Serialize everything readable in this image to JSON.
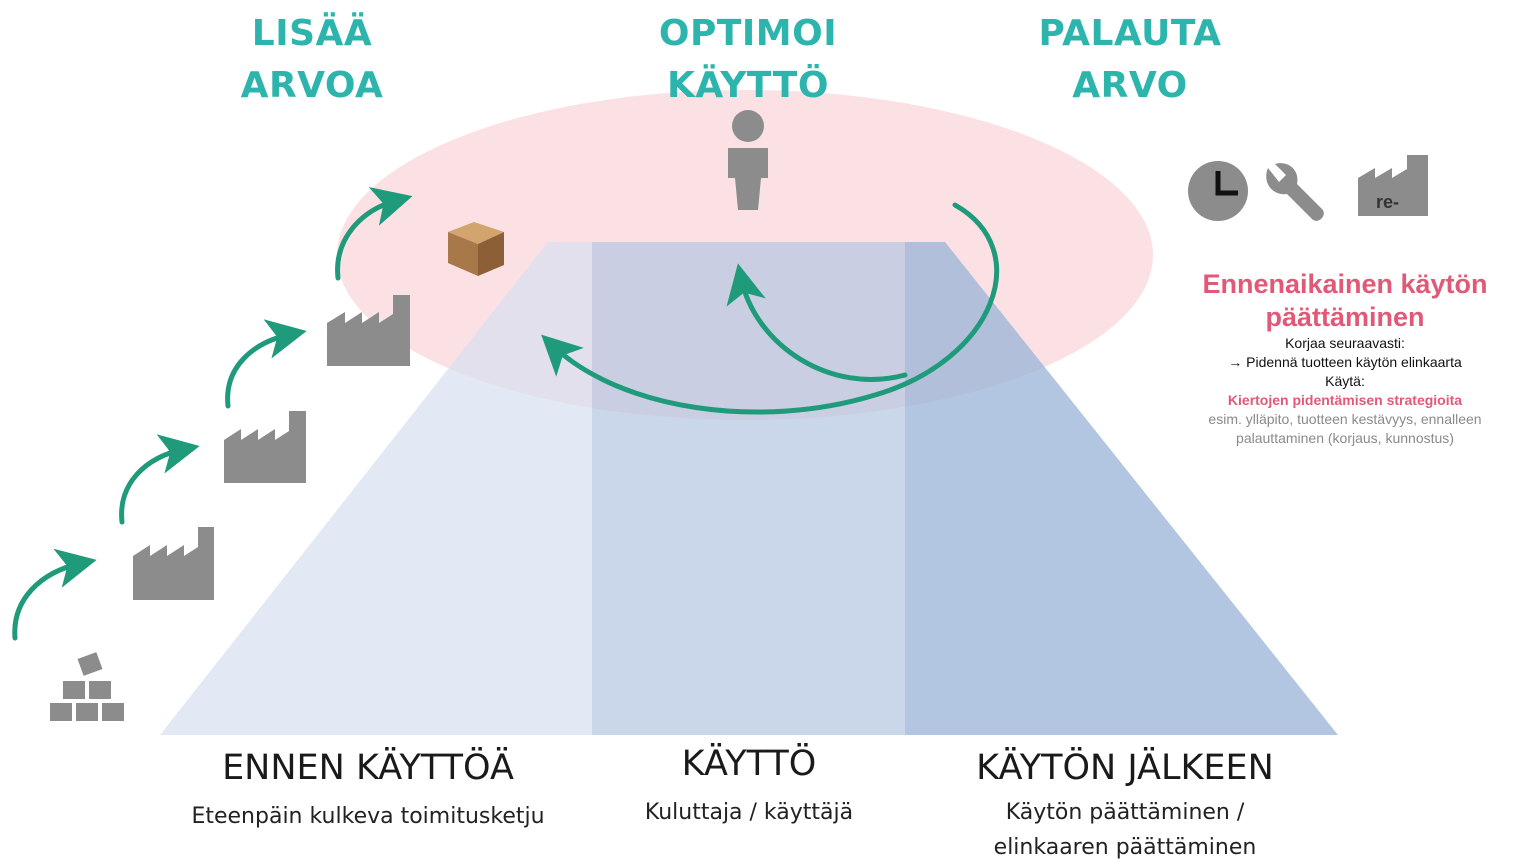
{
  "phases_top": [
    {
      "line1": "LISÄÄ",
      "line2": "ARVOA"
    },
    {
      "line1": "OPTIMOI",
      "line2": "KÄYTTÖ"
    },
    {
      "line1": "PALAUTA",
      "line2": "ARVO"
    }
  ],
  "phases_bottom": [
    {
      "title": "ENNEN KÄYTTÖÄ",
      "sub1": "Eteenpäin kulkeva toimitusketju",
      "sub2": ""
    },
    {
      "title": "KÄYTTÖ",
      "sub1": "Kuluttaja / käyttäjä",
      "sub2": ""
    },
    {
      "title": "KÄYTÖN JÄLKEEN",
      "sub1": "Käytön päättäminen /",
      "sub2": "elinkaaren päättäminen"
    }
  ],
  "note": {
    "title_line1": "Ennenaikainen käytön",
    "title_line2": "päättäminen",
    "line1": "Korjaa seuraavasti:",
    "line2": "→ Pidennä tuotteen käytön elinkaarta",
    "line3": "Käytä:",
    "highlight": "Kiertojen pidentämisen strategioita",
    "gray1": "esim. ylläpito, tuotteen kestävyys, ennalleen",
    "gray2": "palauttaminen (korjaus, kunnostus)"
  },
  "icons": {
    "re_label": "re-",
    "names": [
      "raw-materials-icon",
      "factory-icon",
      "box-icon",
      "person-icon",
      "clock-icon",
      "wrench-icon",
      "remanufacture-icon"
    ]
  },
  "colors": {
    "accent_teal": "#2db5ad",
    "arrow_green": "#1f9a7a",
    "highlight_pink": "#e05a78",
    "ellipse_pink": "#f9d7db",
    "icon_gray": "#8c8c8c"
  }
}
